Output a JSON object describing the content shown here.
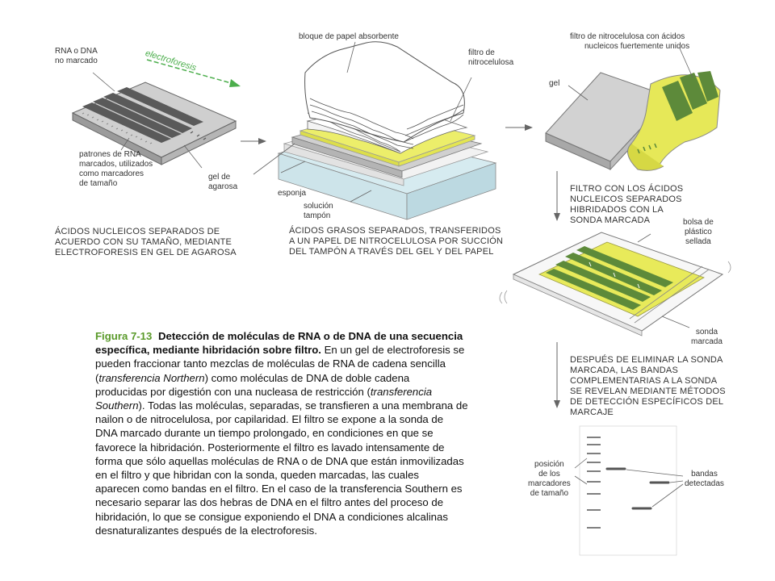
{
  "panel1": {
    "label_unlabeled": [
      "RNA o DNA",
      "no marcado"
    ],
    "label_electrophoresis": "electroforesis",
    "label_markers": [
      "patrones de RNA",
      "marcados, utilizados",
      "como marcadores",
      "de tamaño"
    ],
    "label_gel": [
      "gel de",
      "agarosa"
    ],
    "caption": [
      "ÁCIDOS NUCLEICOS SEPARADOS DE",
      "ACUERDO CON SU TAMAÑO, MEDIANTE",
      "ELECTROFORESIS EN GEL DE AGAROSA"
    ]
  },
  "panel2": {
    "label_paper": "bloque de papel absorbente",
    "label_filter": [
      "filtro de",
      "nitrocelulosa"
    ],
    "label_sponge": "esponja",
    "label_buffer": [
      "solución",
      "tampón"
    ],
    "caption": [
      "ÁCIDOS GRASOS SEPARADOS, TRANSFERIDOS",
      "A UN PAPEL DE NITROCELULOSA POR SUCCIÓN",
      "DEL TAMPÓN A TRAVÉS DEL GEL Y DEL PAPEL"
    ]
  },
  "panel3": {
    "label_filter": [
      "filtro de nitrocelulosa con ácidos",
      "nucleicos fuertemente unidos"
    ],
    "label_gel": "gel"
  },
  "step3_caption": [
    "FILTRO CON LOS ÁCIDOS",
    "NUCLEICOS SEPARADOS",
    "HIBRIDADOS CON LA",
    "SONDA MARCADA"
  ],
  "panel4": {
    "label_bag": [
      "bolsa de",
      "plástico",
      "sellada"
    ],
    "label_probe": [
      "sonda",
      "marcada"
    ]
  },
  "step4_caption": [
    "DESPUÉS DE ELIMINAR LA SONDA",
    "MARCADA, LAS BANDAS",
    "COMPLEMENTARIAS A LA SONDA",
    "SE REVELAN MEDIANTE MÉTODOS",
    "DE DETECCIÓN ESPECÍFICOS DEL",
    "MARCAJE"
  ],
  "panel5": {
    "label_markers": [
      "posición",
      "de los",
      "marcadores",
      "de tamaño"
    ],
    "label_bands": [
      "bandas",
      "detectadas"
    ]
  },
  "figure_caption": {
    "label": "Figura 7-13",
    "title_line1": "Detección de moléculas de RNA o de DNA de una secuencia",
    "title_line2": "específica, mediante hibridación sobre filtro.",
    "line2_rest": " En un gel de electroforesis se",
    "line3": "pueden fraccionar tanto mezclas de moléculas de RNA de cadena sencilla",
    "line4_italic": "transferencia Northern",
    "line4_rest": ") como moléculas de DNA de doble cadena",
    "line5_start": "producidas por digestión con una nucleasa de restricción (",
    "line5_italic": "transferencia",
    "line6_italic": "Southern",
    "line6_rest": "). Todas las moléculas, separadas, se transfieren a una membrana de",
    "line7": "nailon o de nitrocelulosa, por capilaridad. El filtro se expone a la sonda de",
    "line8": "DNA marcado durante un tiempo prolongado, en condiciones en que se",
    "line9": "favorece la hibridación. Posteriormente el filtro es lavado intensamente de",
    "line10": "forma que sólo aquellas moléculas de RNA o de DNA que están inmovilizadas",
    "line11": "en el filtro y que hibridan con la sonda, queden marcadas, las cuales",
    "line12": "aparecen como bandas en el filtro. En el caso de la transferencia Southern es",
    "line13": "necesario separar las dos hebras de DNA en el filtro antes del proceso de",
    "line14": "hibridación, lo que se consigue exponiendo el DNA a condiciones alcalinas",
    "line15": "desnaturalizantes después de la electroforesis."
  },
  "colors": {
    "gel_gray": "#c8c8c8",
    "band_dark": "#555555",
    "filter_yellow": "#e8ea5a",
    "band_green": "#5d8a3a",
    "buffer_blue": "#cfe6ec",
    "arrow_gray": "#666666",
    "electrophoresis_green": "#4cae4c",
    "figure_label_green": "#5a9a2a"
  }
}
